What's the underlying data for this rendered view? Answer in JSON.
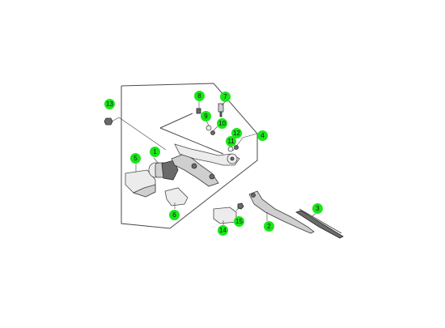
{
  "diagram": {
    "accent_color": "#19e619",
    "callouts": [
      {
        "id": "13",
        "label": "13"
      },
      {
        "id": "8",
        "label": "8"
      },
      {
        "id": "7",
        "label": "7"
      },
      {
        "id": "9",
        "label": "9"
      },
      {
        "id": "10",
        "label": "10"
      },
      {
        "id": "12",
        "label": "12"
      },
      {
        "id": "4",
        "label": "4"
      },
      {
        "id": "11",
        "label": "11"
      },
      {
        "id": "1",
        "label": "1"
      },
      {
        "id": "5",
        "label": "5"
      },
      {
        "id": "6",
        "label": "6"
      },
      {
        "id": "3",
        "label": "3"
      },
      {
        "id": "14",
        "label": "14"
      },
      {
        "id": "15",
        "label": "15"
      },
      {
        "id": "2",
        "label": "2"
      }
    ]
  }
}
